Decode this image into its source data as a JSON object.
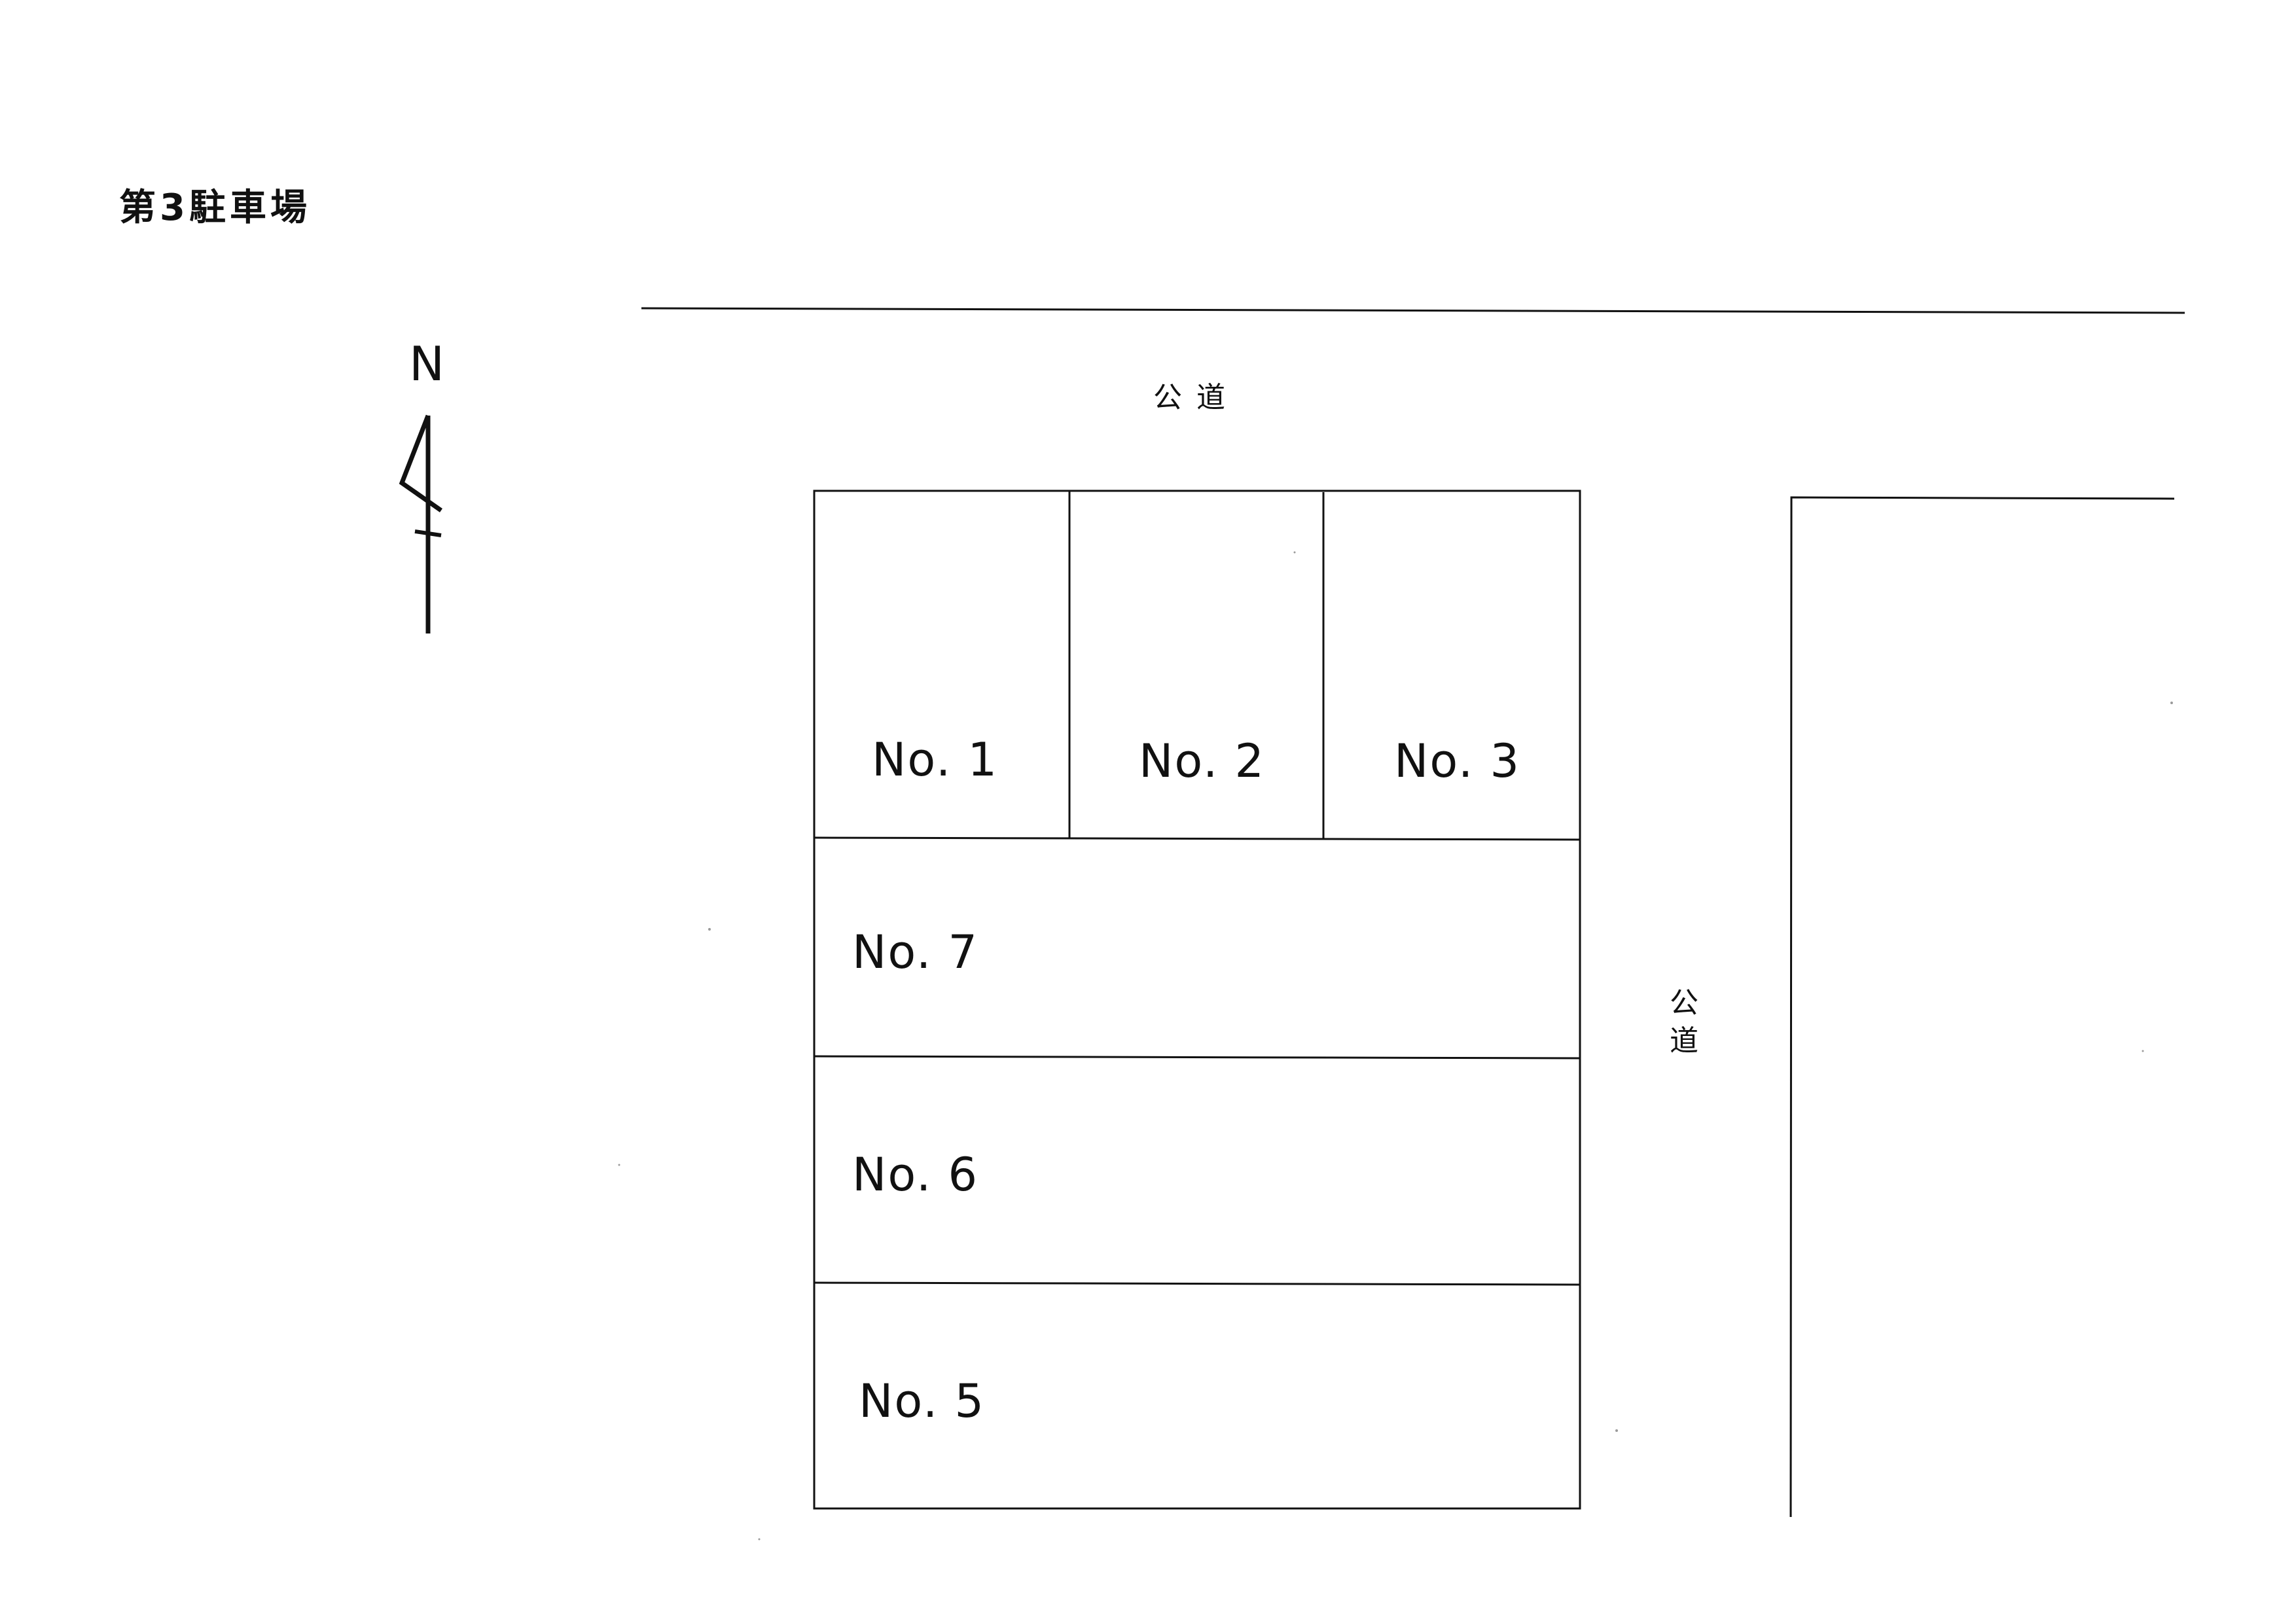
{
  "document": {
    "title": "第3駐車場",
    "north_label": "N",
    "road_top_label": "公道",
    "road_side_label": [
      "公",
      "道"
    ]
  },
  "stalls": [
    {
      "label": "No. 1"
    },
    {
      "label": "No. 2"
    },
    {
      "label": "No. 3"
    },
    {
      "label": "No. 7"
    },
    {
      "label": "No. 6"
    },
    {
      "label": "No. 5"
    }
  ],
  "colors": {
    "ink": "#111111",
    "paper": "#ffffff"
  }
}
